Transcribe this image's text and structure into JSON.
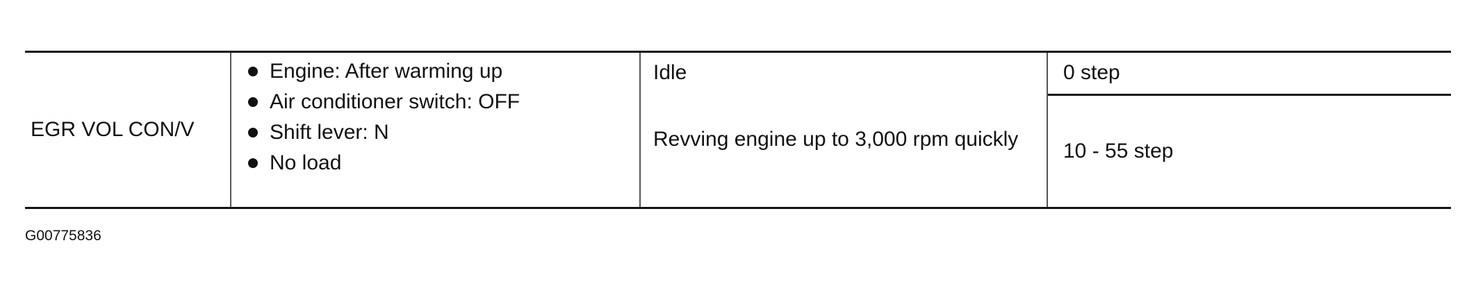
{
  "table": {
    "item_name": "EGR VOL CON/V",
    "conditions": [
      "Engine: After warming up",
      "Air conditioner switch: OFF",
      "Shift lever: N",
      "No load"
    ],
    "rows": [
      {
        "state": "Idle",
        "value": "0 step"
      },
      {
        "state": "Revving engine up to 3,000 rpm quickly",
        "value": "10 - 55 step"
      }
    ]
  },
  "figure_id": "G00775836"
}
